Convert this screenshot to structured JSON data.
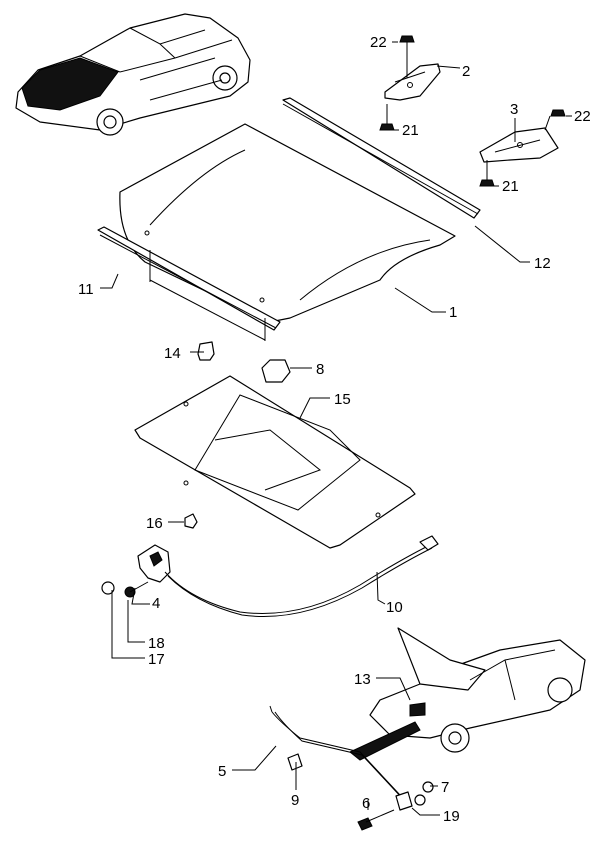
{
  "callouts": {
    "c1": "1",
    "c2": "2",
    "c3": "3",
    "c4": "4",
    "c5": "5",
    "c6": "6",
    "c7": "7",
    "c8": "8",
    "c9": "9",
    "c10": "10",
    "c11": "11",
    "c12": "12",
    "c13": "13",
    "c14": "14",
    "c15": "15",
    "c16": "16",
    "c17": "17",
    "c18": "18",
    "c19": "19",
    "c21a": "21",
    "c21b": "21",
    "c22a": "22",
    "c22b": "22"
  }
}
